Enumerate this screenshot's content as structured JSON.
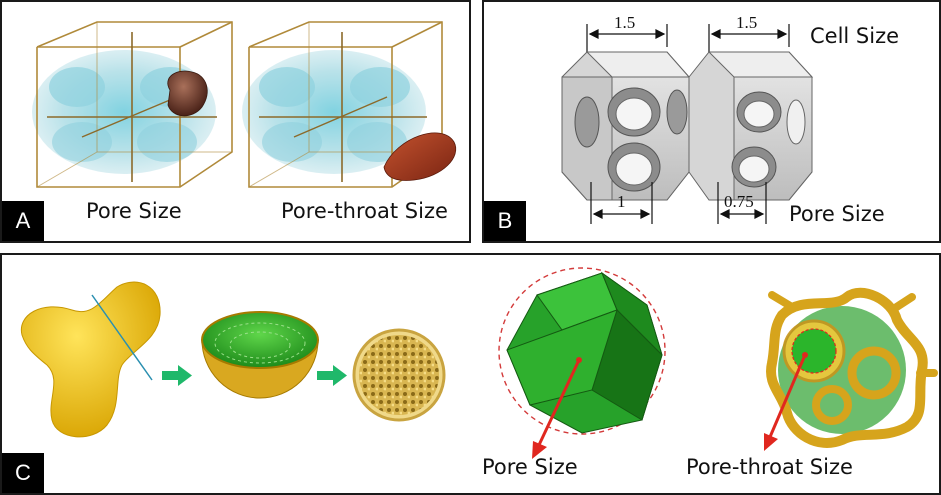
{
  "panel_a": {
    "tag": "A",
    "left_caption": "Pore Size",
    "right_caption": "Pore-throat Size"
  },
  "panel_b": {
    "tag": "B",
    "top_dim_left": "1.5",
    "top_dim_right": "1.5",
    "cell_size_label": "Cell Size",
    "bottom_dim_left": "1",
    "bottom_dim_right": "0.75",
    "pore_size_label": "Pore Size"
  },
  "panel_c": {
    "tag": "C",
    "pore_caption": "Pore Size",
    "throat_caption": "Pore-throat Size"
  },
  "colors": {
    "cage_line": "#b08a3a",
    "pore_blue": "#9fd8e2",
    "particle_brown": "#7a3e2c",
    "throat_red": "#b03a1f",
    "cube_gray": "#cfcfcf",
    "bone_yellow": "#f2c21f",
    "pore_green": "#22a51e",
    "arrow_green": "#1fb86a",
    "arrow_red": "#e0271f"
  }
}
